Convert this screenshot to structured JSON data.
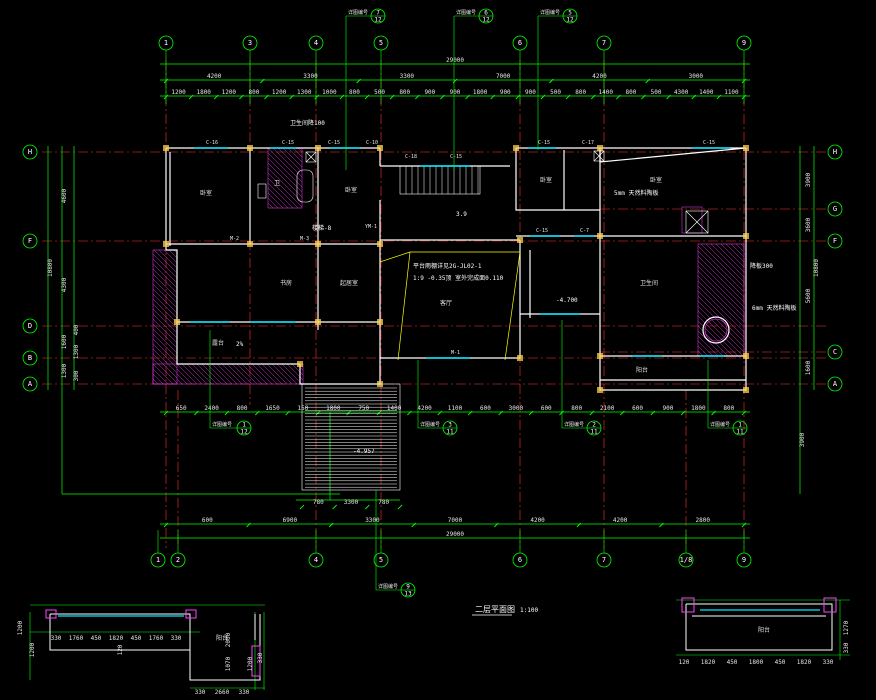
{
  "drawing": {
    "title": "二层平面图",
    "scale": "1:100",
    "colors": {
      "background": "#000000",
      "wall": "#ffffff",
      "axis": "#00ff00",
      "dimension": "#00ff00",
      "gridline": "#ff3030",
      "window": "#00e5ff",
      "hatch": "#ff40ff",
      "note": "#ffff00",
      "text": "#ffffff"
    },
    "top_axes": [
      "1",
      "3",
      "4",
      "5",
      "6",
      "7",
      "9"
    ],
    "bottom_axes": [
      "1",
      "2",
      "4",
      "5",
      "6",
      "7",
      "1/8",
      "9"
    ],
    "left_axes": [
      "H",
      "F",
      "D",
      "B",
      "A"
    ],
    "right_axes": [
      "H",
      "G",
      "F",
      "C",
      "A"
    ],
    "top_total": "29000",
    "top_row1": [
      "4200",
      "3300",
      "3300",
      "7000",
      "4200",
      "3000"
    ],
    "top_row2": [
      "1200",
      "1800",
      "1200",
      "800",
      "1200",
      "1300",
      "1000",
      "800",
      "500",
      "800",
      "900",
      "900",
      "1800",
      "900",
      "900",
      "500",
      "800",
      "1400",
      "800",
      "500",
      "4300",
      "1400",
      "1100"
    ],
    "bottom_row1": [
      "650",
      "2400",
      "800",
      "1650",
      "150",
      "1800",
      "750",
      "1400",
      "4200",
      "1100",
      "600",
      "3000",
      "600",
      "800",
      "2100",
      "600",
      "900",
      "1800",
      "800"
    ],
    "bottom_row2": [
      "600",
      "6900",
      "3300",
      "7000",
      "4200",
      "4200",
      "2800"
    ],
    "bottom_total": "29000",
    "left_dims": [
      "4600",
      "4300",
      "1600",
      "1300",
      "1300",
      "400",
      "300"
    ],
    "left_total": "10800",
    "right_dims": [
      "3900",
      "3600",
      "5600",
      "1600"
    ],
    "right_total": "10800",
    "stair_dims": [
      "780",
      "3300",
      "780"
    ],
    "section_marks": [
      {
        "label": "详图编号",
        "top": "7",
        "bottom": "12"
      },
      {
        "label": "详图编号",
        "top": "6",
        "bottom": "12"
      },
      {
        "label": "详图编号",
        "top": "5",
        "bottom": "12"
      },
      {
        "label": "详图编号",
        "top": "1",
        "bottom": "12"
      },
      {
        "label": "详图编号",
        "top": "3",
        "bottom": "11"
      },
      {
        "label": "详图编号",
        "top": "2",
        "bottom": "11"
      },
      {
        "label": "详图编号",
        "top": "1",
        "bottom": "11"
      },
      {
        "label": "详图编号",
        "top": "9",
        "bottom": "13"
      }
    ],
    "notes": [
      "5mm 天然料陶板",
      "6mm 天然料陶板",
      "卫生间降100",
      "平台雨棚详见2G-JL02-1",
      "1:9  -0.35顶   室外完成面0.110",
      "-4.700",
      "-4.957",
      "3.9",
      "降板300",
      "楼梯-8",
      "2%"
    ],
    "room_labels": [
      "卧室",
      "卫",
      "卧室",
      "书房",
      "起居室",
      "客厅",
      "卧室",
      "卧室",
      "卫生间",
      "露台",
      "阳台"
    ],
    "window_labels": [
      "C-16",
      "C-15",
      "C-15",
      "C-10",
      "C-18",
      "C-15",
      "C-15",
      "C-17",
      "C-15",
      "C-15",
      "C-7",
      "M-1",
      "M-2",
      "M-3",
      "YM-1"
    ],
    "detail_left": {
      "dims_h": [
        "330",
        "1760",
        "450",
        "1820",
        "450",
        "1760",
        "330"
      ],
      "dims_bottom": [
        "330",
        "2660",
        "330"
      ],
      "dims_v": [
        "1200",
        "1200",
        "120",
        "2000",
        "1070",
        "1200",
        "330"
      ],
      "label": "阳台"
    },
    "detail_right": {
      "dims_h": [
        "120",
        "1820",
        "450",
        "1800",
        "450",
        "1820",
        "330"
      ],
      "dims_v": [
        "1270",
        "330"
      ],
      "label": "阳台"
    }
  }
}
